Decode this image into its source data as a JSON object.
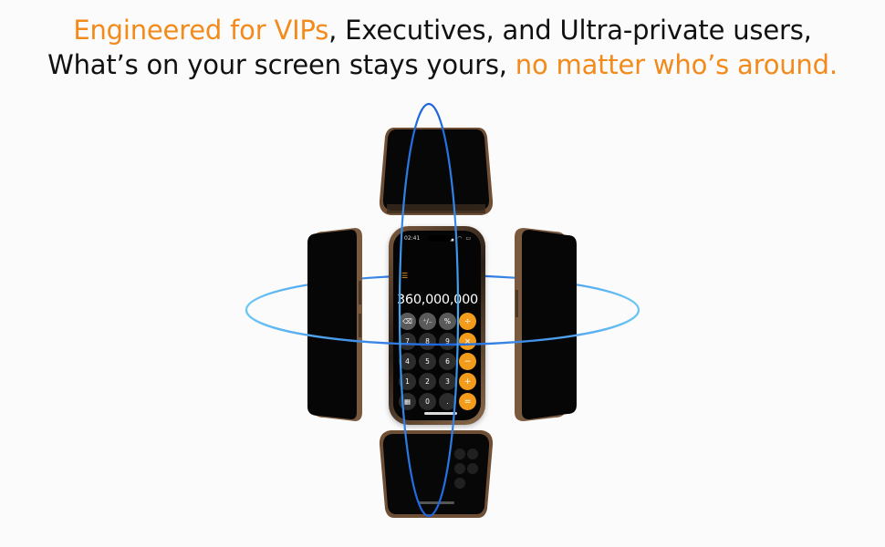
{
  "headline": {
    "line1_highlight": "Engineered for VIPs",
    "line1_rest": ", Executives, and Ultra-private users,",
    "line2_start": "What’s on your screen stays yours, ",
    "line2_highlight": "no matter who’s around."
  },
  "colors": {
    "highlight": "#f28a1c",
    "text": "#111111",
    "orbit_blue": "#1f6fe0",
    "calculator_orange": "#f39c1b"
  },
  "phone": {
    "status_time": "02:41",
    "status_icons": "▂▃ ◠ ▭",
    "display_value": "360,000,000",
    "menu_icon": "list-icon",
    "keys": [
      {
        "label": "⌫",
        "kind": "fn",
        "name": "backspace-key"
      },
      {
        "label": "⁺∕₋",
        "kind": "fn",
        "name": "plus-minus-key"
      },
      {
        "label": "%",
        "kind": "fn",
        "name": "percent-key"
      },
      {
        "label": "÷",
        "kind": "op",
        "name": "divide-key"
      },
      {
        "label": "7",
        "kind": "num",
        "name": "key-7"
      },
      {
        "label": "8",
        "kind": "num",
        "name": "key-8"
      },
      {
        "label": "9",
        "kind": "num",
        "name": "key-9"
      },
      {
        "label": "×",
        "kind": "op",
        "name": "multiply-key"
      },
      {
        "label": "4",
        "kind": "num",
        "name": "key-4"
      },
      {
        "label": "5",
        "kind": "num",
        "name": "key-5"
      },
      {
        "label": "6",
        "kind": "num",
        "name": "key-6"
      },
      {
        "label": "−",
        "kind": "op",
        "name": "minus-key"
      },
      {
        "label": "1",
        "kind": "num",
        "name": "key-1"
      },
      {
        "label": "2",
        "kind": "num",
        "name": "key-2"
      },
      {
        "label": "3",
        "kind": "num",
        "name": "key-3"
      },
      {
        "label": "+",
        "kind": "op",
        "name": "plus-key"
      },
      {
        "label": "▦",
        "kind": "num",
        "name": "calculator-icon-key"
      },
      {
        "label": "0",
        "kind": "num",
        "name": "key-0"
      },
      {
        "label": ".",
        "kind": "num",
        "name": "decimal-key"
      },
      {
        "label": "=",
        "kind": "op",
        "name": "equals-key"
      }
    ]
  }
}
